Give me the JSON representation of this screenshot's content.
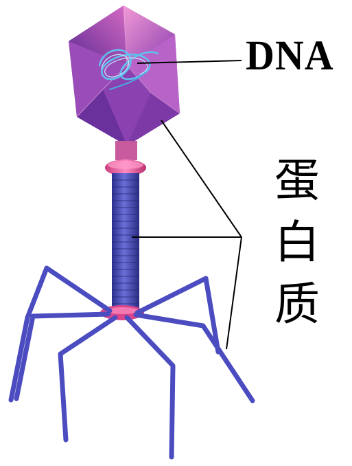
{
  "labels": {
    "dna": "DNA",
    "protein": [
      "蛋",
      "白",
      "质"
    ]
  },
  "colors": {
    "head_light": "#e77fc6",
    "head_mid": "#a34db3",
    "head_dark": "#5a2a8e",
    "collar": "#e0508f",
    "tail": "#3b3fa8",
    "tail_fibers": "#4a4cc0",
    "dna_strand": "#5fc3f0",
    "leader_line": "#000000"
  },
  "icons": {
    "virus": "bacteriophage-illustration"
  }
}
